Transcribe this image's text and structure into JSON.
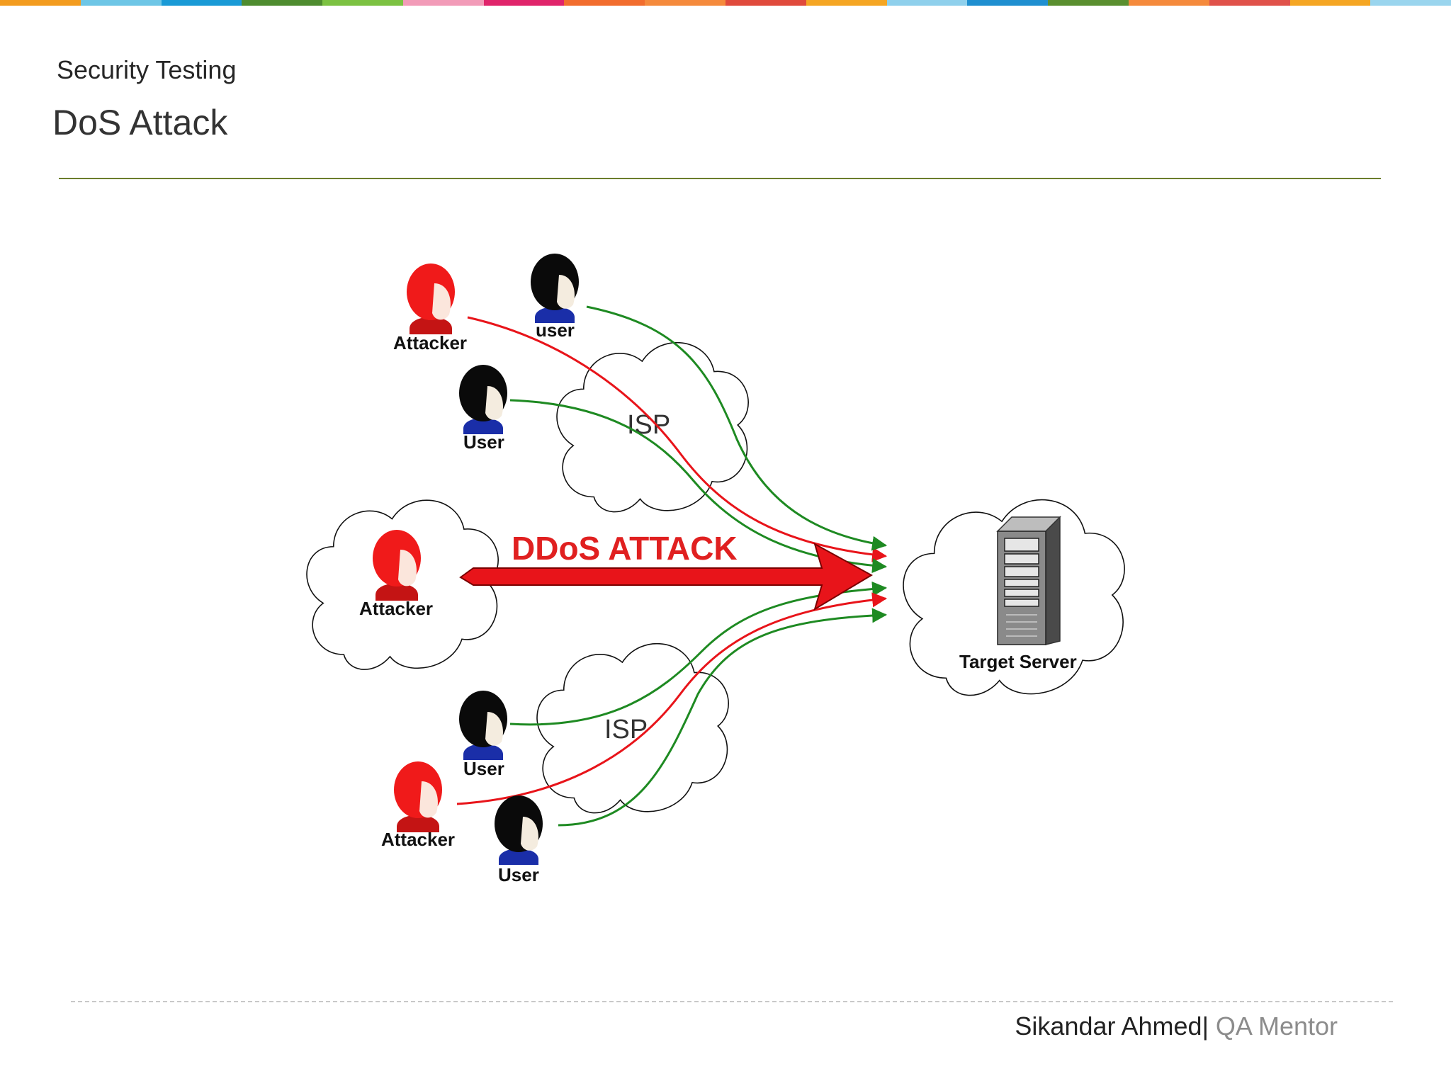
{
  "header": {
    "supertitle": "Security Testing",
    "title": "DoS Attack"
  },
  "top_bar_colors": [
    "#f39c1f",
    "#6ec6e6",
    "#1a9ad6",
    "#4e8c2f",
    "#7cc242",
    "#f29bb8",
    "#e0246b",
    "#f26d2e",
    "#f58a3c",
    "#e04a3c",
    "#f5a623",
    "#8fd0ec",
    "#1f8fd0",
    "#5a8f2f",
    "#f58a3c",
    "#e0524a",
    "#f5a623",
    "#9ad5ee"
  ],
  "diagram": {
    "attacker_label": "Attacker",
    "user_lower_label": "user",
    "user_label": "User",
    "isp_label": "ISP",
    "ddos_label": "DDoS ATTACK",
    "target_label": "Target Server",
    "colors": {
      "attack": "#e8141a",
      "legit": "#1e8a22",
      "attacker_head": "#f01a1a",
      "user_hair": "#0a0a0a"
    }
  },
  "footer": {
    "author": "Sikandar Ahmed|",
    "brand": " QA Mentor"
  }
}
